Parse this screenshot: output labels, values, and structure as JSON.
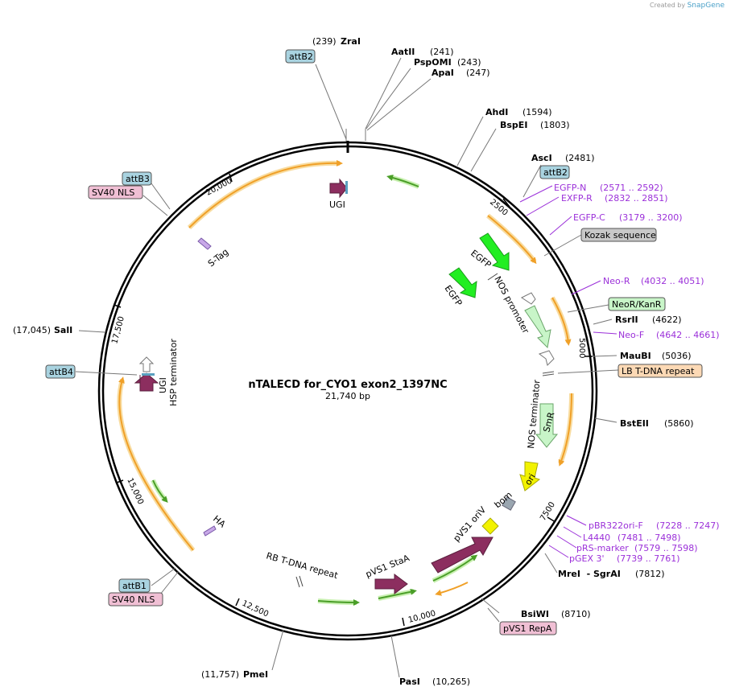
{
  "credit": {
    "prefix": "Created by",
    "brand": "SnapGene"
  },
  "plasmid": {
    "name": "nTALECD for_CYO1 exon2_1397NC",
    "size": "21,740 bp"
  },
  "ticks": [
    "2500",
    "5000",
    "7500",
    "10,000",
    "12,500",
    "15,000",
    "17,500",
    "20,000"
  ],
  "enzymes": [
    {
      "name": "ZraI",
      "pos": "(239)"
    },
    {
      "name": "AatII",
      "pos": "(241)"
    },
    {
      "name": "PspOMI",
      "pos": "(243)"
    },
    {
      "name": "ApaI",
      "pos": "(247)"
    },
    {
      "name": "AhdI",
      "pos": "(1594)"
    },
    {
      "name": "BspEI",
      "pos": "(1803)"
    },
    {
      "name": "AscI",
      "pos": "(2481)"
    },
    {
      "name": "RsrII",
      "pos": "(4622)"
    },
    {
      "name": "MauBI",
      "pos": "(5036)"
    },
    {
      "name": "BstEII",
      "pos": "(5860)"
    },
    {
      "name": "MreI  - SgrAI",
      "pos": "(7812)"
    },
    {
      "name": "BsiWI",
      "pos": "(8710)"
    },
    {
      "name": "PasI",
      "pos": "(10,265)"
    },
    {
      "name": "PmeI",
      "pos": "(11,757)"
    },
    {
      "name": "SalI",
      "pos": "(17,045)"
    }
  ],
  "primers": [
    {
      "name": "EGFP-N",
      "range": "(2571 .. 2592)"
    },
    {
      "name": "EXFP-R",
      "range": "(2832 .. 2851)"
    },
    {
      "name": "EGFP-C",
      "range": "(3179 .. 3200)"
    },
    {
      "name": "Neo-R",
      "range": "(4032 .. 4051)"
    },
    {
      "name": "Neo-F",
      "range": "(4642 .. 4661)"
    },
    {
      "name": "pBR322ori-F",
      "range": "(7228 .. 7247)"
    },
    {
      "name": "L4440",
      "range": "(7481 .. 7498)"
    },
    {
      "name": "pRS-marker",
      "range": "(7579 .. 7598)"
    },
    {
      "name": "pGEX 3'",
      "range": "(7739 .. 7761)"
    }
  ],
  "boxed_labels": [
    {
      "text": "attB2",
      "color": "#a9d3e0"
    },
    {
      "text": "attB2",
      "color": "#a9d3e0"
    },
    {
      "text": "attB3",
      "color": "#a9d3e0"
    },
    {
      "text": "SV40 NLS",
      "color": "#f0bfd4"
    },
    {
      "text": "Kozak sequence",
      "color": "#c8c8c8"
    },
    {
      "text": "NeoR/KanR",
      "color": "#c8f5c8"
    },
    {
      "text": "LB T-DNA repeat",
      "color": "#fcd9b5"
    },
    {
      "text": "attB4",
      "color": "#a9d3e0"
    },
    {
      "text": "attB1",
      "color": "#a9d3e0"
    },
    {
      "text": "SV40 NLS",
      "color": "#f0bfd4"
    },
    {
      "text": "pVS1 RepA",
      "color": "#f0bfd4"
    }
  ],
  "feature_labels": [
    "UGI",
    "S-Tag",
    "EGFP",
    "EGFP",
    "NOS promoter",
    "NOS terminator",
    "SmR",
    "ori",
    "bom",
    "pVS1 oriV",
    "pVS1 StaA",
    "RB T-DNA repeat",
    "HA",
    "UGI",
    "HSP terminator"
  ],
  "colors": {
    "backbone": "#000000",
    "orf_arrow": "#f0a028",
    "orf_glow": "#f8dca0",
    "egfp": "#22ee22",
    "light_green": "#c8f5c8",
    "purple_feature": "#8c2e5f",
    "ori": "#f2f200",
    "primer": "#9b30d9",
    "green_arrow": "#4a9e28"
  }
}
